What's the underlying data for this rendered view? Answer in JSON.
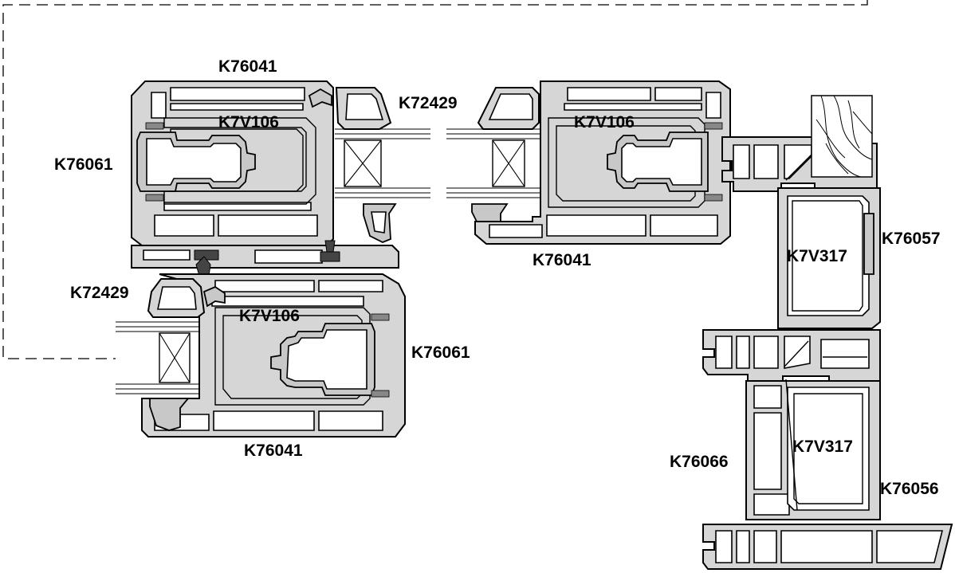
{
  "diagram": {
    "labels": [
      {
        "id": "k76041-top-left",
        "text": "K76041"
      },
      {
        "id": "k72429-top",
        "text": "K72429"
      },
      {
        "id": "k7v106-top-left",
        "text": "K7V106"
      },
      {
        "id": "k76061-left",
        "text": "K76061"
      },
      {
        "id": "k7v106-top-right",
        "text": "K7V106"
      },
      {
        "id": "k76041-right",
        "text": "K76041"
      },
      {
        "id": "k7v317-upper",
        "text": "K7V317"
      },
      {
        "id": "k76057",
        "text": "K76057"
      },
      {
        "id": "k72429-bottom",
        "text": "K72429"
      },
      {
        "id": "k7v106-bottom",
        "text": "K7V106"
      },
      {
        "id": "k76061-right",
        "text": "K76061"
      },
      {
        "id": "k76041-bottom",
        "text": "K76041"
      },
      {
        "id": "k76066",
        "text": "K76066"
      },
      {
        "id": "k7v317-lower",
        "text": "K7V317"
      },
      {
        "id": "k76056",
        "text": "K76056"
      }
    ]
  }
}
